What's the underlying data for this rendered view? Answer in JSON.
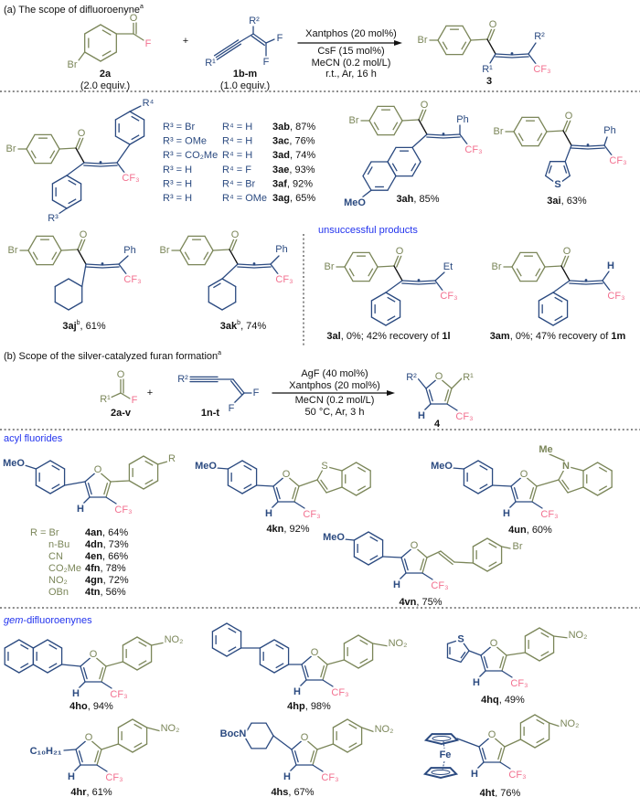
{
  "part_a": {
    "title": "(a) The scope of difluoroenyne",
    "title_note": "a",
    "plus": "+",
    "reactant_2a": {
      "id": "2a",
      "amount": "(2.0 equiv.)"
    },
    "reactant_1": {
      "id": "1b-m",
      "amount": "(1.0 equiv.)"
    },
    "conditions": [
      "Xantphos (20 mol%)",
      "CsF (15 mol%)",
      "MeCN (0.2 mol/L)",
      "r.t., Ar, 16 h"
    ],
    "product": "3",
    "substituent_table": [
      {
        "r3": "R³ = Br",
        "r4": "R⁴ = H",
        "id": "3ab",
        "yield": ", 87%"
      },
      {
        "r3": "R³ = OMe",
        "r4": "R⁴ = H",
        "id": "3ac",
        "yield": ", 76%"
      },
      {
        "r3": "R³ = CO₂Me",
        "r4": "R⁴ = H",
        "id": "3ad",
        "yield": ", 74%"
      },
      {
        "r3": "R³ = H",
        "r4": "R⁴ = F",
        "id": "3ae",
        "yield": ", 93%"
      },
      {
        "r3": "R³ = H",
        "r4": "R⁴ = Br",
        "id": "3af",
        "yield": ", 92%"
      },
      {
        "r3": "R³ = H",
        "r4": "R⁴ = OMe",
        "id": "3ag",
        "yield": ", 65%"
      }
    ],
    "compounds": {
      "3ah": {
        "id": "3ah",
        "yield": ", 85%"
      },
      "3ai": {
        "id": "3ai",
        "yield": ", 63%"
      },
      "3aj": {
        "id": "3aj",
        "note": "b",
        "yield": ", 61%"
      },
      "3ak": {
        "id": "3ak",
        "note": "b",
        "yield": ", 74%"
      },
      "3al": {
        "id": "3al",
        "yield": ", 0%; 42% recovery of ",
        "recovered": "1l"
      },
      "3am": {
        "id": "3am",
        "yield": ", 0%; 47% recovery of ",
        "recovered": "1m"
      }
    },
    "unsuccessful_heading": "unsuccessful products"
  },
  "part_b": {
    "title": "(b) Scope of the silver-catalyzed furan formation",
    "title_note": "a",
    "plus": "+",
    "reactant_2": {
      "id": "2a-v"
    },
    "reactant_1": {
      "id": "1n-t"
    },
    "conditions": [
      "AgF (40 mol%)",
      "Xantphos (20 mol%)",
      "MeCN (0.2 mol/L)",
      "50 °C, Ar, 3 h"
    ],
    "product": "4",
    "acyl_heading": "acyl fluorides",
    "r_table": [
      {
        "r": "R = Br",
        "id": "4an",
        "yield": ", 64%"
      },
      {
        "r": "n-Bu",
        "id": "4dn",
        "yield": ", 73%"
      },
      {
        "r": "CN",
        "id": "4en",
        "yield": ", 66%"
      },
      {
        "r": "CO₂Me",
        "id": "4fn",
        "yield": ", 78%"
      },
      {
        "r": "NO₂",
        "id": "4gn",
        "yield": ", 72%"
      },
      {
        "r": "OBn",
        "id": "4tn",
        "yield": ", 56%"
      }
    ],
    "compounds": {
      "4kn": {
        "id": "4kn",
        "yield": ", 92%"
      },
      "4un": {
        "id": "4un",
        "yield": ", 60%"
      },
      "4vn": {
        "id": "4vn",
        "yield": ", 75%"
      },
      "4ho": {
        "id": "4ho",
        "yield": ", 94%"
      },
      "4hp": {
        "id": "4hp",
        "yield": ", 98%"
      },
      "4hq": {
        "id": "4hq",
        "yield": ", 49%"
      },
      "4hr": {
        "id": "4hr",
        "yield": ", 61%"
      },
      "4hs": {
        "id": "4hs",
        "yield": ", 67%"
      },
      "4ht": {
        "id": "4ht",
        "yield": ", 76%"
      }
    },
    "gem_heading": {
      "italic": "gem",
      "rest": "-difluoroenynes"
    }
  },
  "atoms": {
    "Br": "Br",
    "O": "O",
    "F": "F",
    "R": "R",
    "R1": "R¹",
    "R2": "R²",
    "R3": "R³",
    "R4": "R⁴",
    "CF3": "CF₃",
    "Ph": "Ph",
    "MeO": "MeO",
    "S": "S",
    "N": "N",
    "Me": "Me",
    "Et": "Et",
    "H": "H",
    "NO2": "NO₂",
    "C10H21": "C₁₀H₂₁",
    "BocN": "BocN",
    "Fe": "Fe"
  },
  "colors": {
    "acyl_olive": "#7b8659",
    "enyne_blue": "#2b4a80",
    "cf3_pink": "#f2708f",
    "heading_blue": "#2233ee",
    "text": "#111111"
  }
}
